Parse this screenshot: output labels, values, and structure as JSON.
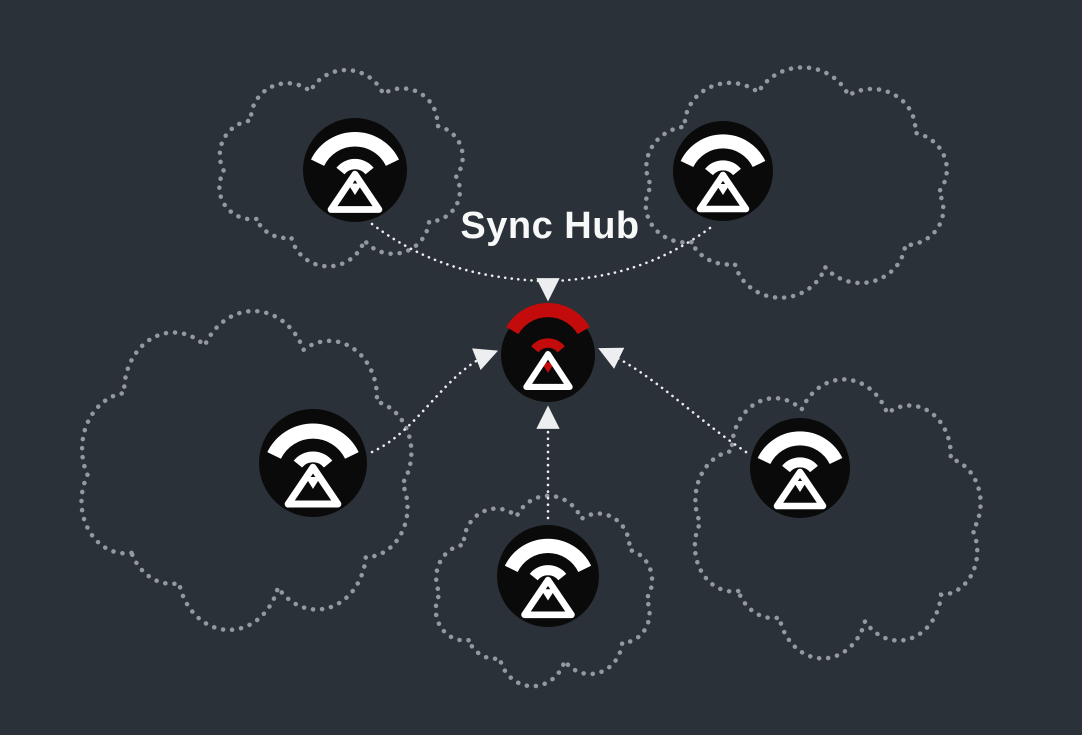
{
  "title": "Sync Hub",
  "colors": {
    "background": "#2b3138",
    "node_fill": "#0a0a0a",
    "device_icon": "#ffffff",
    "hub_accent": "#c40b0b",
    "cloud_outline": "#939a9f",
    "arrow": "#eceeef",
    "title_text": "#f7f8f8"
  },
  "diagram": {
    "type": "hub-and-spoke",
    "hub": {
      "name": "sync-hub",
      "icon": "wifi-hourglass-icon",
      "accent": "#c40b0b"
    },
    "devices": [
      {
        "name": "device-top-left",
        "icon": "wifi-hourglass-icon"
      },
      {
        "name": "device-top-right",
        "icon": "wifi-hourglass-icon"
      },
      {
        "name": "device-mid-left",
        "icon": "wifi-hourglass-icon"
      },
      {
        "name": "device-mid-right",
        "icon": "wifi-hourglass-icon"
      },
      {
        "name": "device-bottom",
        "icon": "wifi-hourglass-icon"
      }
    ],
    "connections": [
      {
        "from": "device-top-left",
        "to": "sync-hub",
        "style": "dotted-arrow"
      },
      {
        "from": "device-top-right",
        "to": "sync-hub",
        "style": "dotted-arrow"
      },
      {
        "from": "device-mid-left",
        "to": "sync-hub",
        "style": "dotted-arrow"
      },
      {
        "from": "device-mid-right",
        "to": "sync-hub",
        "style": "dotted-arrow"
      },
      {
        "from": "device-bottom",
        "to": "sync-hub",
        "style": "dotted-arrow"
      }
    ]
  }
}
